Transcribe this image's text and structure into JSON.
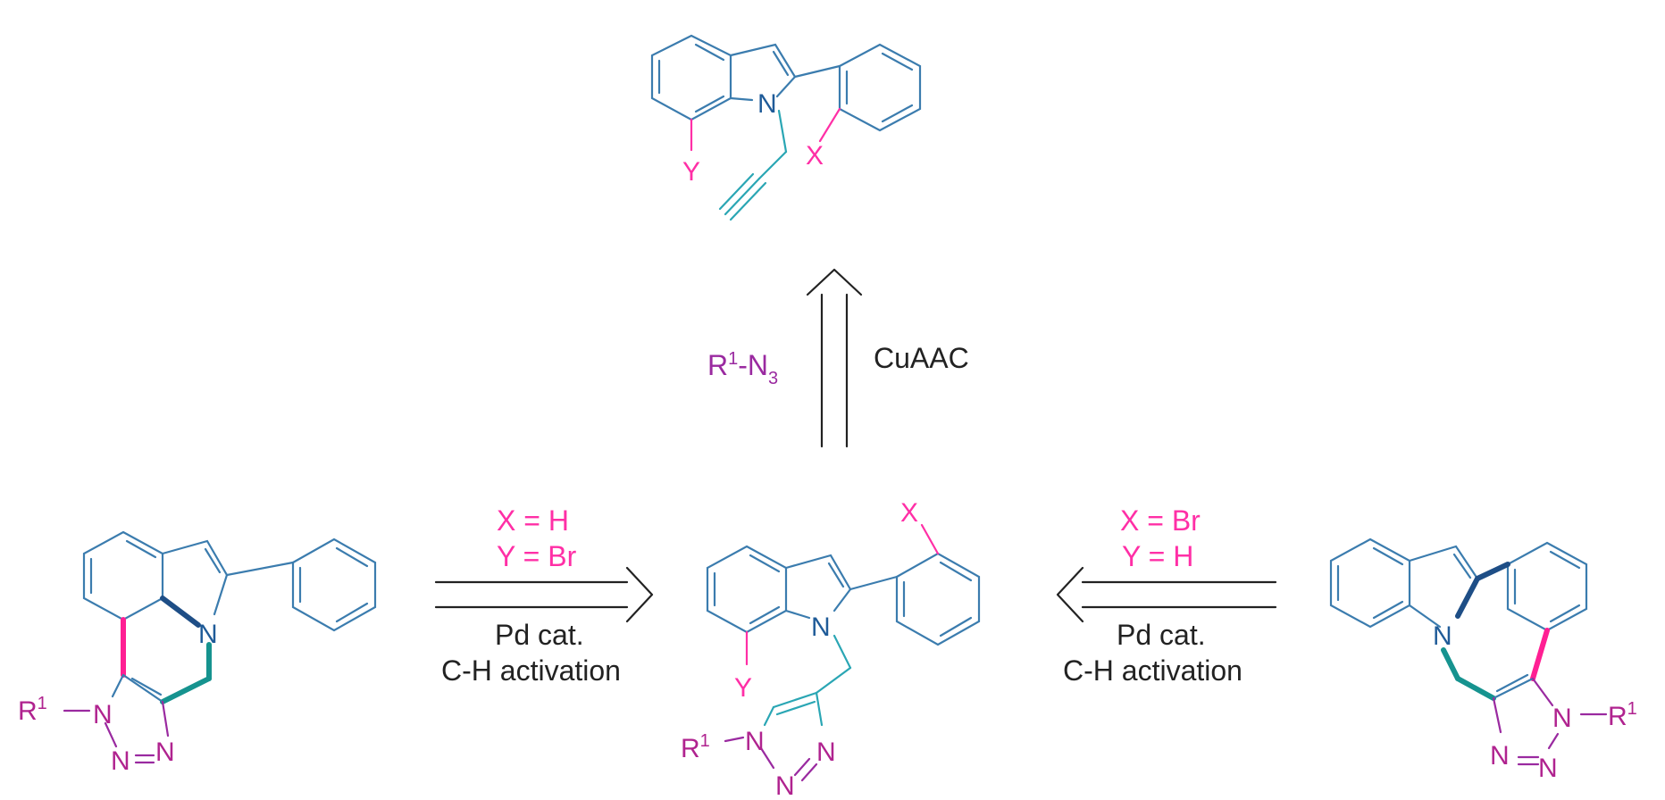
{
  "top_molecule": {
    "atom_N": "N",
    "sub_Y": "Y",
    "sub_X": "X"
  },
  "vertical_arrow": {
    "reagent_prefix": "R",
    "reagent_sup": "1",
    "reagent_mid": "-N",
    "reagent_sub": "3",
    "label_right": "CuAAC"
  },
  "left_arrow": {
    "cond_X": "X = H",
    "cond_Y": "Y = Br",
    "catalyst": "Pd cat.",
    "method": "C-H activation"
  },
  "right_arrow": {
    "cond_X": "X = Br",
    "cond_Y": "Y = H",
    "catalyst": "Pd cat.",
    "method": "C-H activation"
  },
  "center_molecule": {
    "atom_N": "N",
    "sub_X": "X",
    "sub_Y": "Y",
    "triazole_N1": "N",
    "triazole_N2": "N",
    "triazole_N3": "N",
    "r_prefix": "R",
    "r_sup": "1"
  },
  "left_product": {
    "atom_N": "N",
    "triazole_N1": "N",
    "triazole_N2": "N",
    "triazole_N3": "N",
    "r_prefix": "R",
    "r_sup": "1"
  },
  "right_product": {
    "atom_N": "N",
    "triazole_N1": "N",
    "triazole_N2": "N",
    "triazole_N3": "N",
    "r_prefix": "R",
    "r_sup": "1"
  }
}
